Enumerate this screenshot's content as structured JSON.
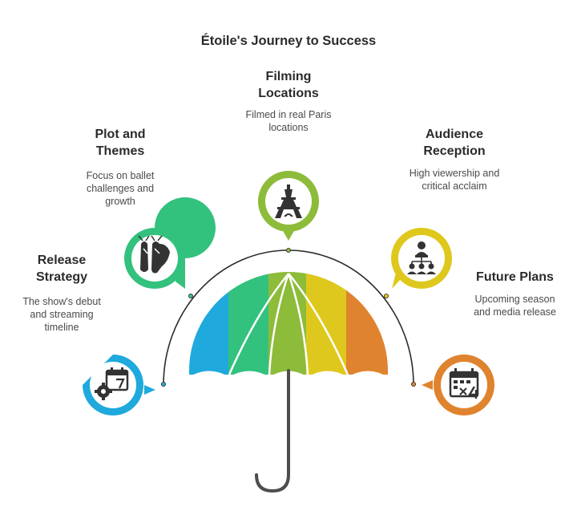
{
  "title": "Étoile's Journey to Success",
  "colors": {
    "blue": "#1fa9dc",
    "green": "#33c17e",
    "olive": "#8dbb3a",
    "yellow": "#dfc81d",
    "orange": "#e0832e",
    "dark": "#333333"
  },
  "items": [
    {
      "id": "release",
      "heading_l1": "Release",
      "heading_l2": "Strategy",
      "desc_l1": "The show's debut",
      "desc_l2": "and streaming",
      "desc_l3": "timeline",
      "icon": "calendar-gear-icon"
    },
    {
      "id": "plot",
      "heading_l1": "Plot and",
      "heading_l2": "Themes",
      "desc_l1": "Focus on ballet",
      "desc_l2": "challenges and",
      "desc_l3": "growth",
      "icon": "ballet-shoes-icon"
    },
    {
      "id": "filming",
      "heading_l1": "Filming",
      "heading_l2": "Locations",
      "desc_l1": "Filmed in real Paris",
      "desc_l2": "locations",
      "icon": "eiffel-tower-icon"
    },
    {
      "id": "audience",
      "heading_l1": "Audience",
      "heading_l2": "Reception",
      "desc_l1": "High viewership and",
      "desc_l2": "critical acclaim",
      "icon": "audience-icon"
    },
    {
      "id": "future",
      "heading_l1": "Future Plans",
      "desc_l1": "Upcoming season",
      "desc_l2": "and media release",
      "icon": "calendar-multiply-icon"
    }
  ]
}
